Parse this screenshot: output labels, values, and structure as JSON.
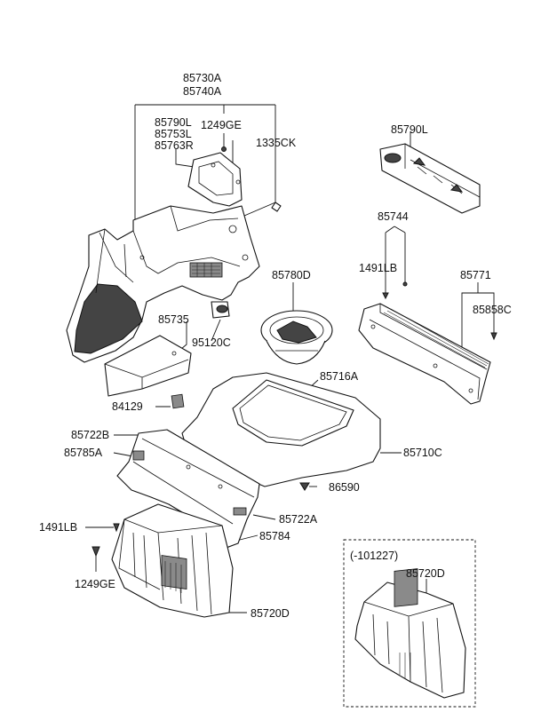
{
  "diagram": {
    "labels": {
      "p85730A": "85730A",
      "p85740A": "85740A",
      "p85790L_a": "85790L",
      "p85753L": "85753L",
      "p85763R": "85763R",
      "p1249GE_a": "1249GE",
      "p1335CK": "1335CK",
      "p85790L_b": "85790L",
      "p85744": "85744",
      "p1491LB_a": "1491LB",
      "p85771": "85771",
      "p85858C": "85858C",
      "p85780D": "85780D",
      "p85735": "85735",
      "p95120C": "95120C",
      "p85716A": "85716A",
      "p84129": "84129",
      "p85722B": "85722B",
      "p85785A": "85785A",
      "p85710C": "85710C",
      "p86590": "86590",
      "p85722A": "85722A",
      "p1491LB_b": "1491LB",
      "p85784": "85784",
      "p1249GE_b": "1249GE",
      "p85720D_a": "85720D",
      "p101227": "(-101227)",
      "p85720D_b": "85720D"
    }
  }
}
